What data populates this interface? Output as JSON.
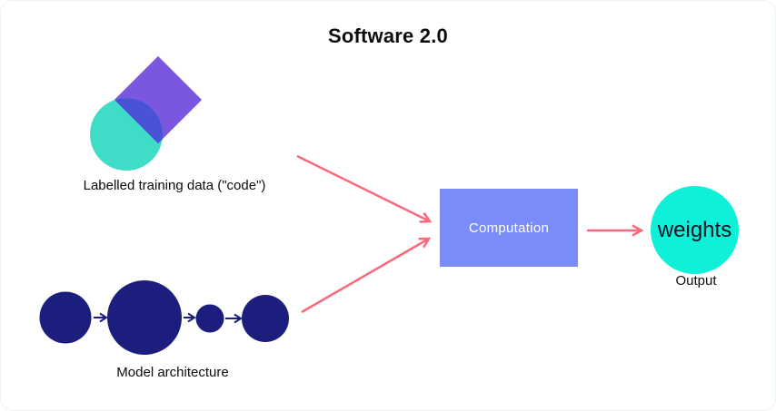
{
  "title": "Software 2.0",
  "colors": {
    "purple": "#7B57DF",
    "teal_soft": "#3FDCC8",
    "overlap": "#4A53D8",
    "navy": "#1C1E7E",
    "box_blue": "#7A8CF7",
    "teal_bright": "#0EF0D7",
    "arrow_pink": "#F9697B",
    "text_dark": "#0C0C0C"
  },
  "nodes": {
    "training_data": {
      "label": "Labelled training data (\"code\")"
    },
    "model_architecture": {
      "label": "Model architecture"
    },
    "computation": {
      "label": "Computation"
    },
    "output": {
      "label": "weights",
      "caption": "Output"
    }
  }
}
